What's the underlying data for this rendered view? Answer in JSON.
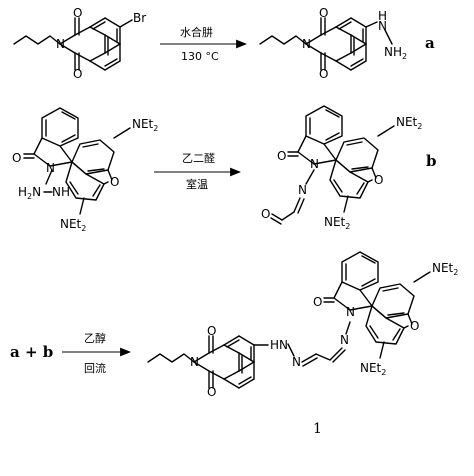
{
  "reaction_a": {
    "reagent": "水合肼",
    "condition": "130 °C",
    "label": "a"
  },
  "reaction_b": {
    "reagent": "乙二醛",
    "condition": "室温",
    "label": "b"
  },
  "reaction_final": {
    "reactants": "a + b",
    "reagent": "乙醇",
    "condition": "回流",
    "product_label": "1"
  },
  "atoms": {
    "O": "O",
    "N": "N",
    "Br": "Br",
    "H": "H",
    "NEt": "NEt",
    "two": "2",
    "NH": "NH",
    "HN": "HN",
    "H2N": "H",
    "N_H": "N",
    "HN_link": "HN"
  }
}
